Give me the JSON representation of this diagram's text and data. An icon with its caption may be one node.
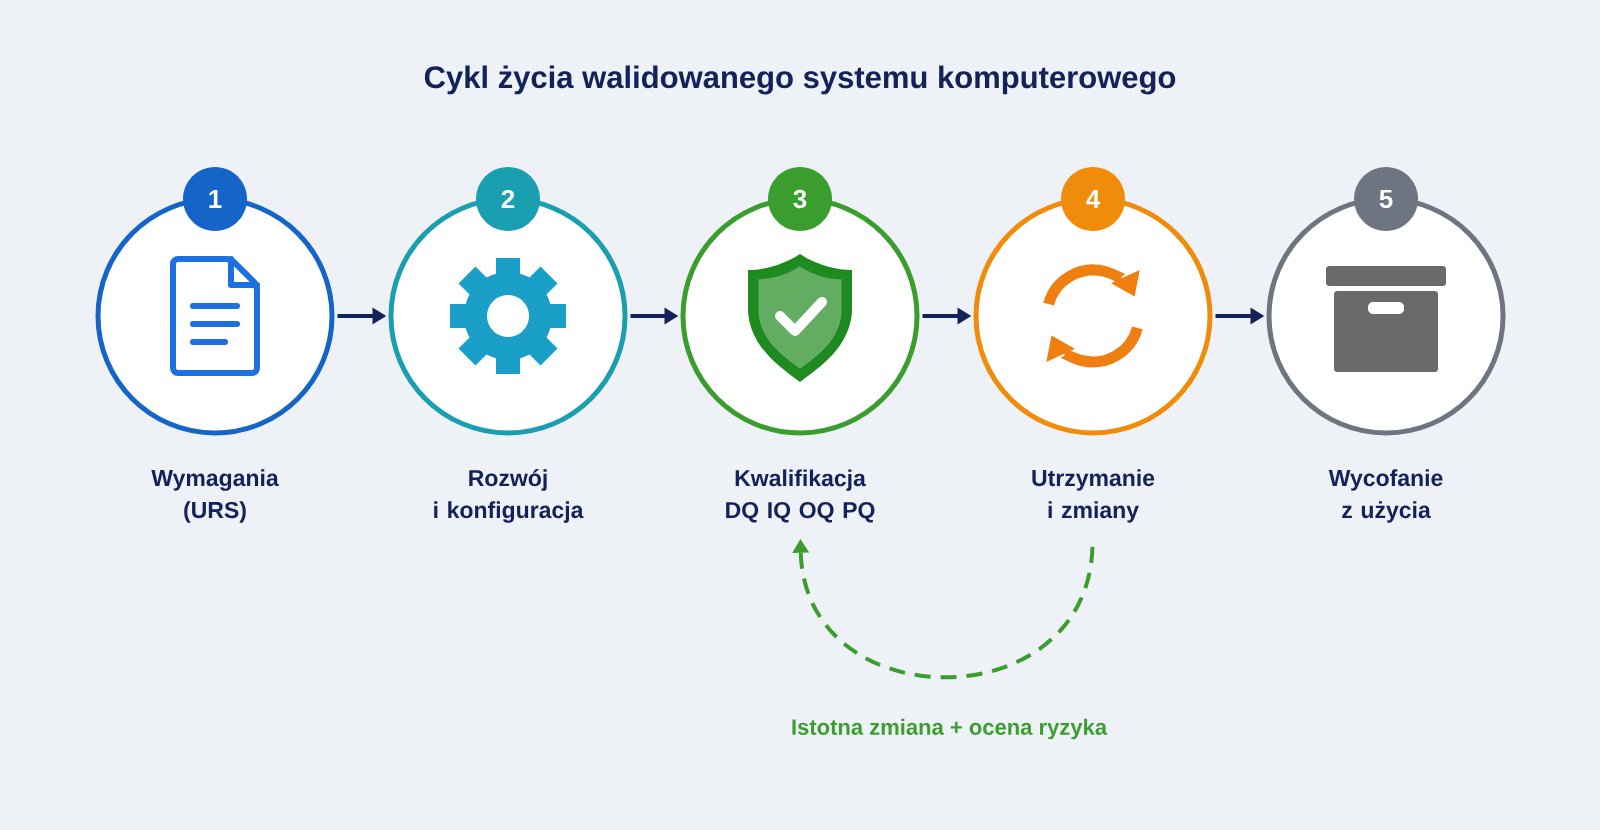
{
  "diagram": {
    "title": "Cykl życia walidowanego systemu komputerowego",
    "nodes": [
      {
        "text": [
          "1",
          "Wymagania (URS)"
        ]
      },
      {
        "text": [
          "2",
          "Rozwój i konfiguracja"
        ]
      },
      {
        "text": [
          "3",
          "Kwalifikacja DQ IQ OQ PQ"
        ]
      },
      {
        "text": [
          "4",
          "Utrzymanie i zmiany"
        ]
      },
      {
        "text": [
          "5",
          "Wycofanie z użycia"
        ]
      }
    ],
    "edges": [
      {
        "from": 0,
        "to": 1,
        "arrow": "to"
      },
      {
        "from": 1,
        "to": 2,
        "arrow": "to"
      },
      {
        "from": 2,
        "to": 3,
        "arrow": "to"
      },
      {
        "from": 3,
        "to": 4,
        "arrow": "to"
      },
      {
        "from": 3,
        "to": 2,
        "arrow": "to",
        "label": "Istotna zmiana + ocena ryzyka",
        "style": "dashed",
        "color": "#3a9e2e"
      }
    ]
  }
}
